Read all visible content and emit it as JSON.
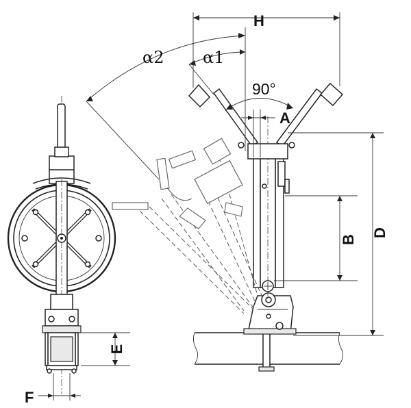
{
  "dimension_labels": {
    "H": "H",
    "alpha2": "α2",
    "alpha1": "α1",
    "angle": "90°",
    "A": "A",
    "B": "B",
    "D": "D",
    "E": "E",
    "F": "F"
  },
  "colors": {
    "ink": "#222222",
    "background": "#ffffff",
    "ghost": "#777777"
  }
}
